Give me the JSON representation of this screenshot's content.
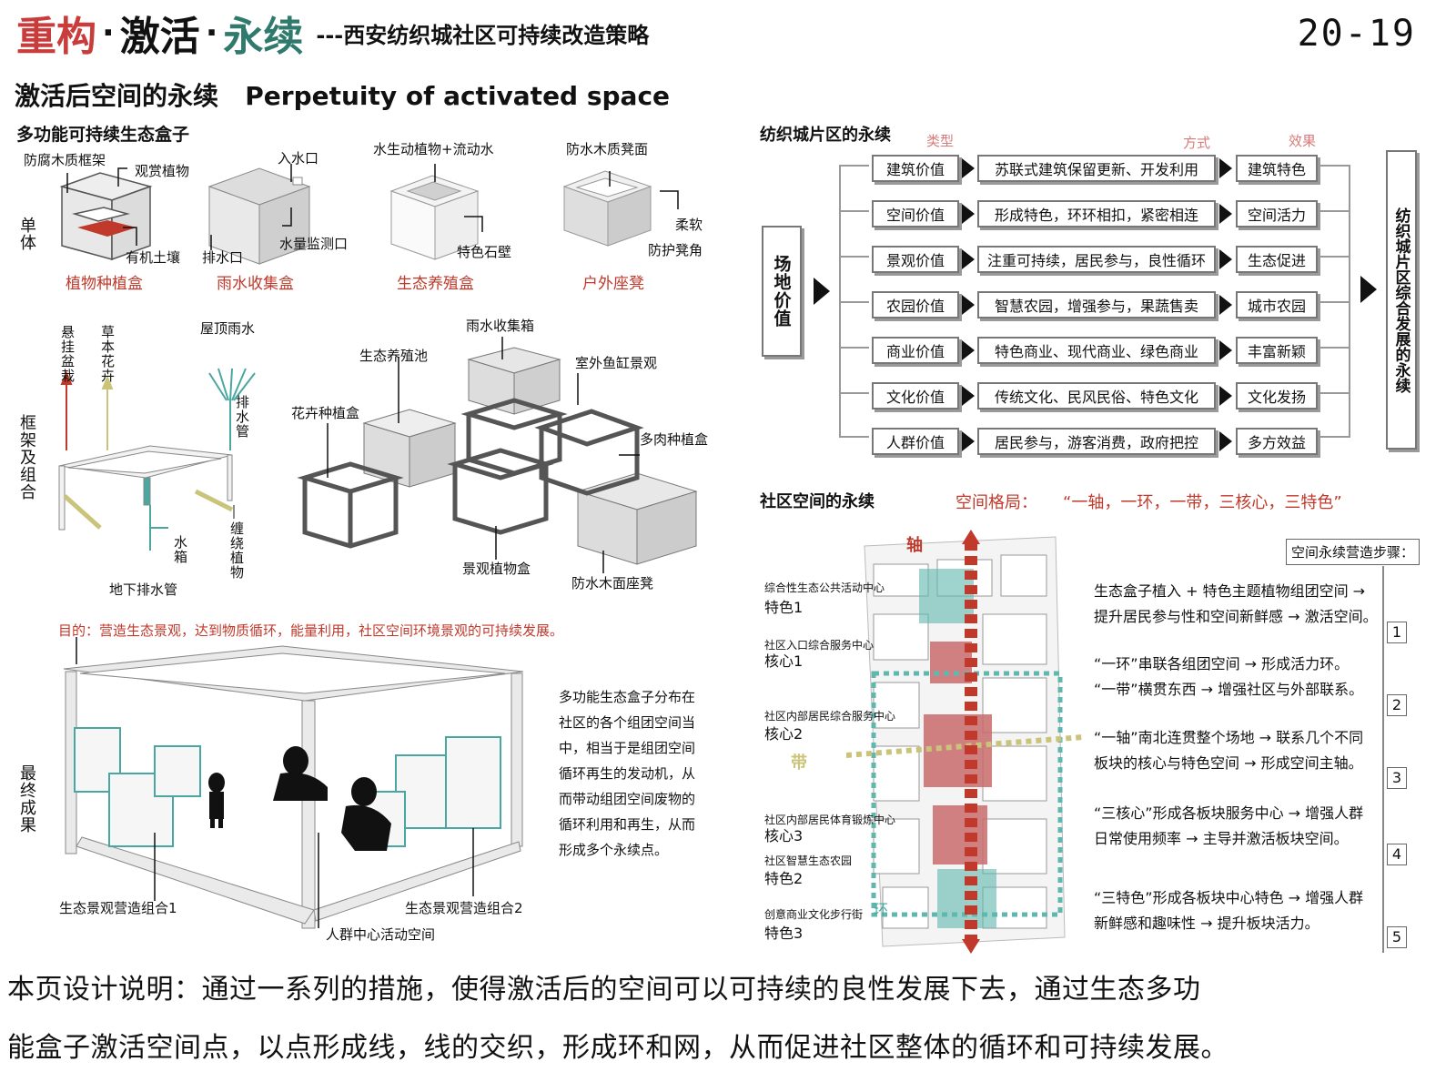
{
  "header": {
    "title_part1": "重构",
    "title_dot1": "·",
    "title_part2": "激活",
    "title_dot2": "·",
    "title_part3": "永续",
    "subtitle": "---西安纺织城社区可持续改造策略",
    "page_number": "20-19"
  },
  "section_title": "激活后空间的永续   Perpetuity of activated space",
  "left": {
    "heading": "多功能可持续生态盒子",
    "row_unit": "单体",
    "row_frame": "框架及组合",
    "row_result": "最终成果",
    "units": [
      {
        "name": "植物种植盒",
        "labels": [
          "防腐木质框架",
          "观赏植物",
          "有机土壤"
        ]
      },
      {
        "name": "雨水收集盒",
        "labels": [
          "入水口",
          "排水口",
          "水量监测口"
        ]
      },
      {
        "name": "生态养殖盒",
        "labels": [
          "水生动植物+流动水",
          "特色石壁"
        ]
      },
      {
        "name": "户外座凳",
        "labels": [
          "防水木质凳面",
          "柔软",
          "防护凳角"
        ]
      }
    ],
    "frame_labels": {
      "hanging": "悬挂盆栽",
      "herb": "草本花卉",
      "roof_rain": "屋顶雨水",
      "drain": "排水管",
      "water_tank": "水箱",
      "underground": "地下排水管",
      "vine": "缠绕植物"
    },
    "combo_labels": {
      "rain_box": "雨水收集箱",
      "eco_pool": "生态养殖池",
      "fish": "室外鱼缸景观",
      "flower": "花卉种植盒",
      "succulent": "多肉种植盒",
      "landscape": "景观植物盒",
      "bench": "防水木面座凳"
    },
    "goal": "目的：营造生态景观，达到物质循环，能量利用，社区空间环境景观的可持续发展。",
    "result_labels": {
      "combo1": "生态景观营造组合1",
      "combo2": "生态景观营造组合2",
      "center": "人群中心活动空间"
    },
    "description": [
      "多功能生态盒子分布在",
      "社区的各个组团空间当",
      "中，相当于是组团空间",
      "循环再生的发动机，从",
      "而带动组团空间废物的",
      "循环利用和再生，从而",
      "形成多个永续点。"
    ]
  },
  "right_top": {
    "heading": "纺织城片区的永续",
    "col_type": "类型",
    "col_method": "方式",
    "col_effect": "效果",
    "source": "场地价值",
    "target": "纺织城片区综合发展的永续",
    "rows": [
      {
        "type": "建筑价值",
        "method": "苏联式建筑保留更新、开发利用",
        "effect": "建筑特色"
      },
      {
        "type": "空间价值",
        "method": "形成特色，环环相扣，紧密相连",
        "effect": "空间活力"
      },
      {
        "type": "景观价值",
        "method": "注重可持续，居民参与，良性循环",
        "effect": "生态促进"
      },
      {
        "type": "农园价值",
        "method": "智慧农园，增强参与，果蔬售卖",
        "effect": "城市农园"
      },
      {
        "type": "商业价值",
        "method": "特色商业、现代商业、绿色商业",
        "effect": "丰富新颖"
      },
      {
        "type": "文化价值",
        "method": "传统文化、民风民俗、特色文化",
        "effect": "文化发扬"
      },
      {
        "type": "人群价值",
        "method": "居民参与，游客消费，政府把控",
        "effect": "多方效益"
      }
    ]
  },
  "right_bottom": {
    "heading": "社区空间的永续",
    "pattern_label": "空间格局：",
    "pattern": "“一轴，一环，一带，三核心，三特色”",
    "axis": "轴",
    "belt": "带",
    "ring": "环",
    "map_labels": [
      {
        "small": "综合性生态公共活动中心",
        "big": "特色1"
      },
      {
        "small": "社区入口综合服务中心",
        "big": "核心1"
      },
      {
        "small": "社区内部居民综合服务中心",
        "big": "核心2"
      },
      {
        "small": "社区内部居民体育锻炼中心",
        "big": "核心3"
      },
      {
        "small": "社区智慧生态农园",
        "big": "特色2"
      },
      {
        "small": "创意商业文化步行街",
        "big": "特色3"
      }
    ],
    "steps_title": "空间永续营造步骤：",
    "steps": [
      {
        "num": "1",
        "lines": [
          "生态盒子植入 + 特色主题植物组团空间 →",
          "提升居民参与性和空间新鲜感 → 激活空间。"
        ]
      },
      {
        "num": "2",
        "lines": [
          "“一环”串联各组团空间 → 形成活力环。",
          "“一带”横贯东西 → 增强社区与外部联系。"
        ]
      },
      {
        "num": "3",
        "lines": [
          "“一轴”南北连贯整个场地 → 联系几个不同",
          "板块的核心与特色空间 → 形成空间主轴。"
        ]
      },
      {
        "num": "4",
        "lines": [
          "“三核心”形成各板块服务中心 → 增强人群",
          "日常使用频率 → 主导并激活板块空间。"
        ]
      },
      {
        "num": "5",
        "lines": [
          "“三特色”形成各板块中心特色 → 增强人群",
          "新鲜感和趣味性 → 提升板块活力。"
        ]
      }
    ]
  },
  "footer": {
    "line1": "本页设计说明：通过一系列的措施，使得激活后的空间可以可持续的良性发展下去，通过生态多功",
    "line2": "能盒子激活空间点，以点形成线，线的交织，形成环和网，从而促进社区整体的循环和可持续发展。"
  }
}
